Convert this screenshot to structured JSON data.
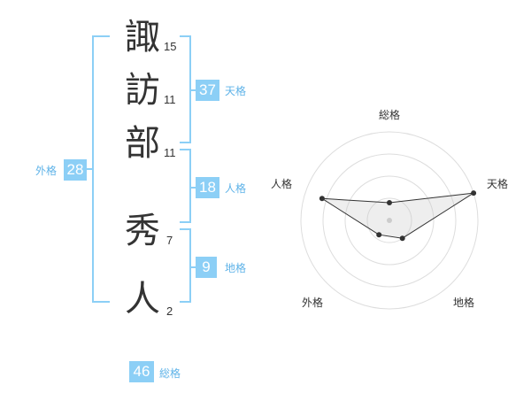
{
  "name_chars": [
    {
      "char": "諏",
      "strokes": "15"
    },
    {
      "char": "訪",
      "strokes": "11"
    },
    {
      "char": "部",
      "strokes": "11"
    },
    {
      "char": "秀",
      "strokes": "7"
    },
    {
      "char": "人",
      "strokes": "2"
    }
  ],
  "fortunes": {
    "tenkaku": {
      "value": "37",
      "label": "天格"
    },
    "jinkaku": {
      "value": "18",
      "label": "人格"
    },
    "chikaku": {
      "value": "9",
      "label": "地格"
    },
    "gaikaku": {
      "value": "28",
      "label": "外格"
    },
    "soukaku": {
      "value": "46",
      "label": "総格"
    }
  },
  "colors": {
    "accent": "#8ccff6",
    "label": "#5fb3e8",
    "text": "#333333"
  },
  "chart_data": {
    "type": "radar",
    "axes": [
      "総格",
      "天格",
      "地格",
      "外格",
      "人格"
    ],
    "values": [
      0.2,
      1.0,
      0.25,
      0.2,
      0.8
    ],
    "rings": 4
  }
}
